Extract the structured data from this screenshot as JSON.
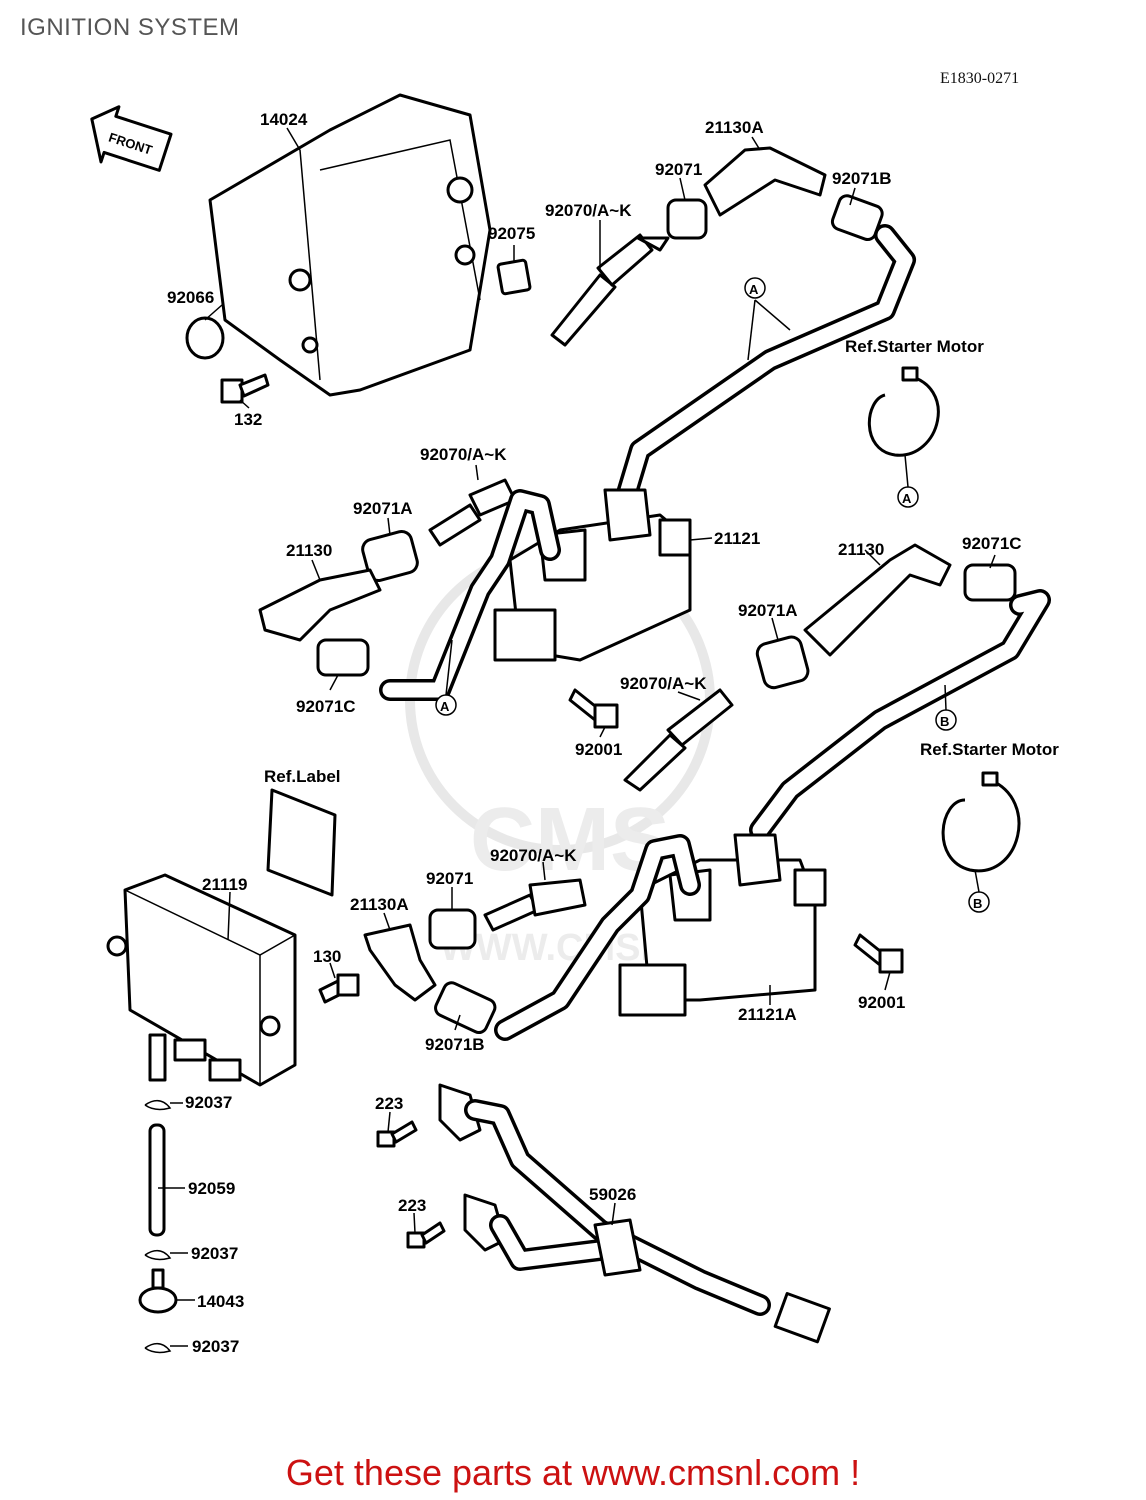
{
  "header": {
    "title": "IGNITION SYSTEM",
    "diagram_code": "E1830-0271"
  },
  "front_arrow": "FRONT",
  "ref_notes": {
    "starter_motor_1": "Ref.Starter Motor",
    "starter_motor_2": "Ref.Starter Motor",
    "label": "Ref.Label"
  },
  "markers": {
    "a": "A",
    "b": "B"
  },
  "callouts": {
    "p14024": "14024",
    "p21130A_top": "21130A",
    "p92071_top": "92071",
    "p92071B_top": "92071B",
    "p92070_top": "92070/A~K",
    "p92075": "92075",
    "p92066": "92066",
    "p132": "132",
    "p92070_mid": "92070/A~K",
    "p92071A_left": "92071A",
    "p21130_left": "21130",
    "p21121": "21121",
    "p92071C_left": "92071C",
    "p92001_mid": "92001",
    "p21130_right": "21130",
    "p92071C_right": "92071C",
    "p92071A_right": "92071A",
    "p92070_right": "92070/A~K",
    "p21119": "21119",
    "p92071_low": "92071",
    "p92070_low": "92070/A~K",
    "p21130A_low": "21130A",
    "p130": "130",
    "p92071B_low": "92071B",
    "p21121A": "21121A",
    "p92001_low": "92001",
    "p92037_1": "92037",
    "p92059": "92059",
    "p92037_2": "92037",
    "p14043": "14043",
    "p92037_3": "92037",
    "p223_1": "223",
    "p223_2": "223",
    "p59026": "59026"
  },
  "watermark": {
    "brand": "CMS",
    "url": "WWW.CMSNL.COM"
  },
  "footer": {
    "cta": "Get these parts at www.cmsnl.com !"
  }
}
